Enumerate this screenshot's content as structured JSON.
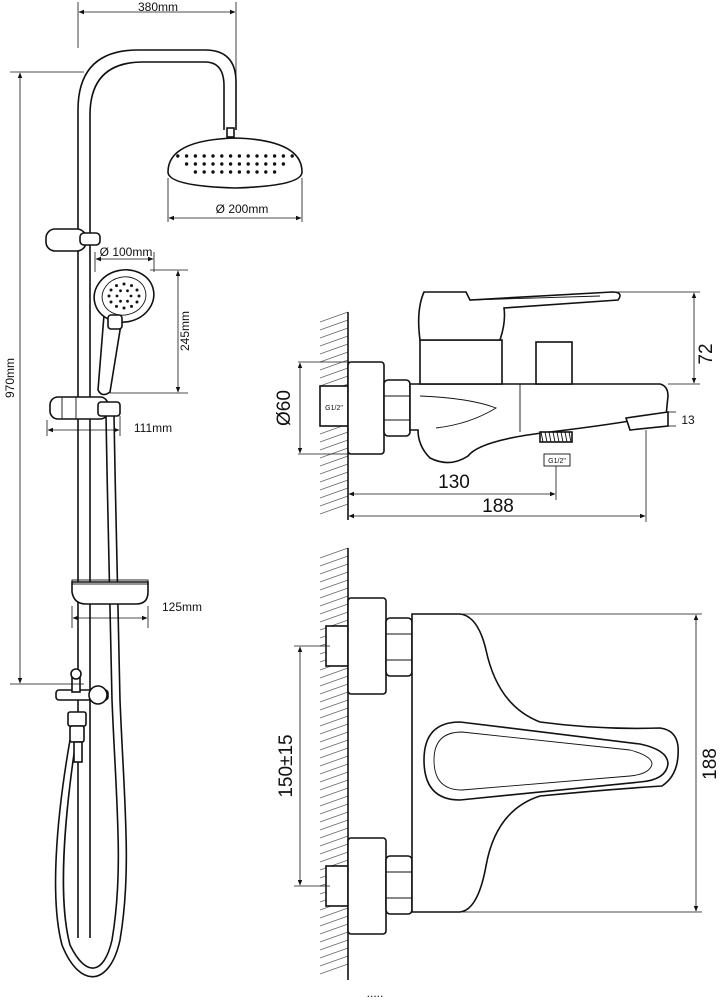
{
  "labels": {
    "rail_width": "380mm",
    "rail_height": "970mm",
    "head_diameter": "Ø 200mm",
    "hand_diameter": "Ø 100mm",
    "hand_length": "245mm",
    "holder_depth": "111mm",
    "soap_depth": "125mm",
    "body_diameter": "Ø60",
    "thread_inlet": "G1/2\"",
    "thread_outlet": "G1/2\"",
    "spout_height": "13",
    "lever_height": "72",
    "outlet_distance": "130",
    "total_length": "188",
    "centers": "150±15",
    "front_height": "188",
    "footer_mark": "....."
  },
  "colors": {
    "line": "#111111",
    "background": "#ffffff",
    "hatch": "#666666"
  }
}
